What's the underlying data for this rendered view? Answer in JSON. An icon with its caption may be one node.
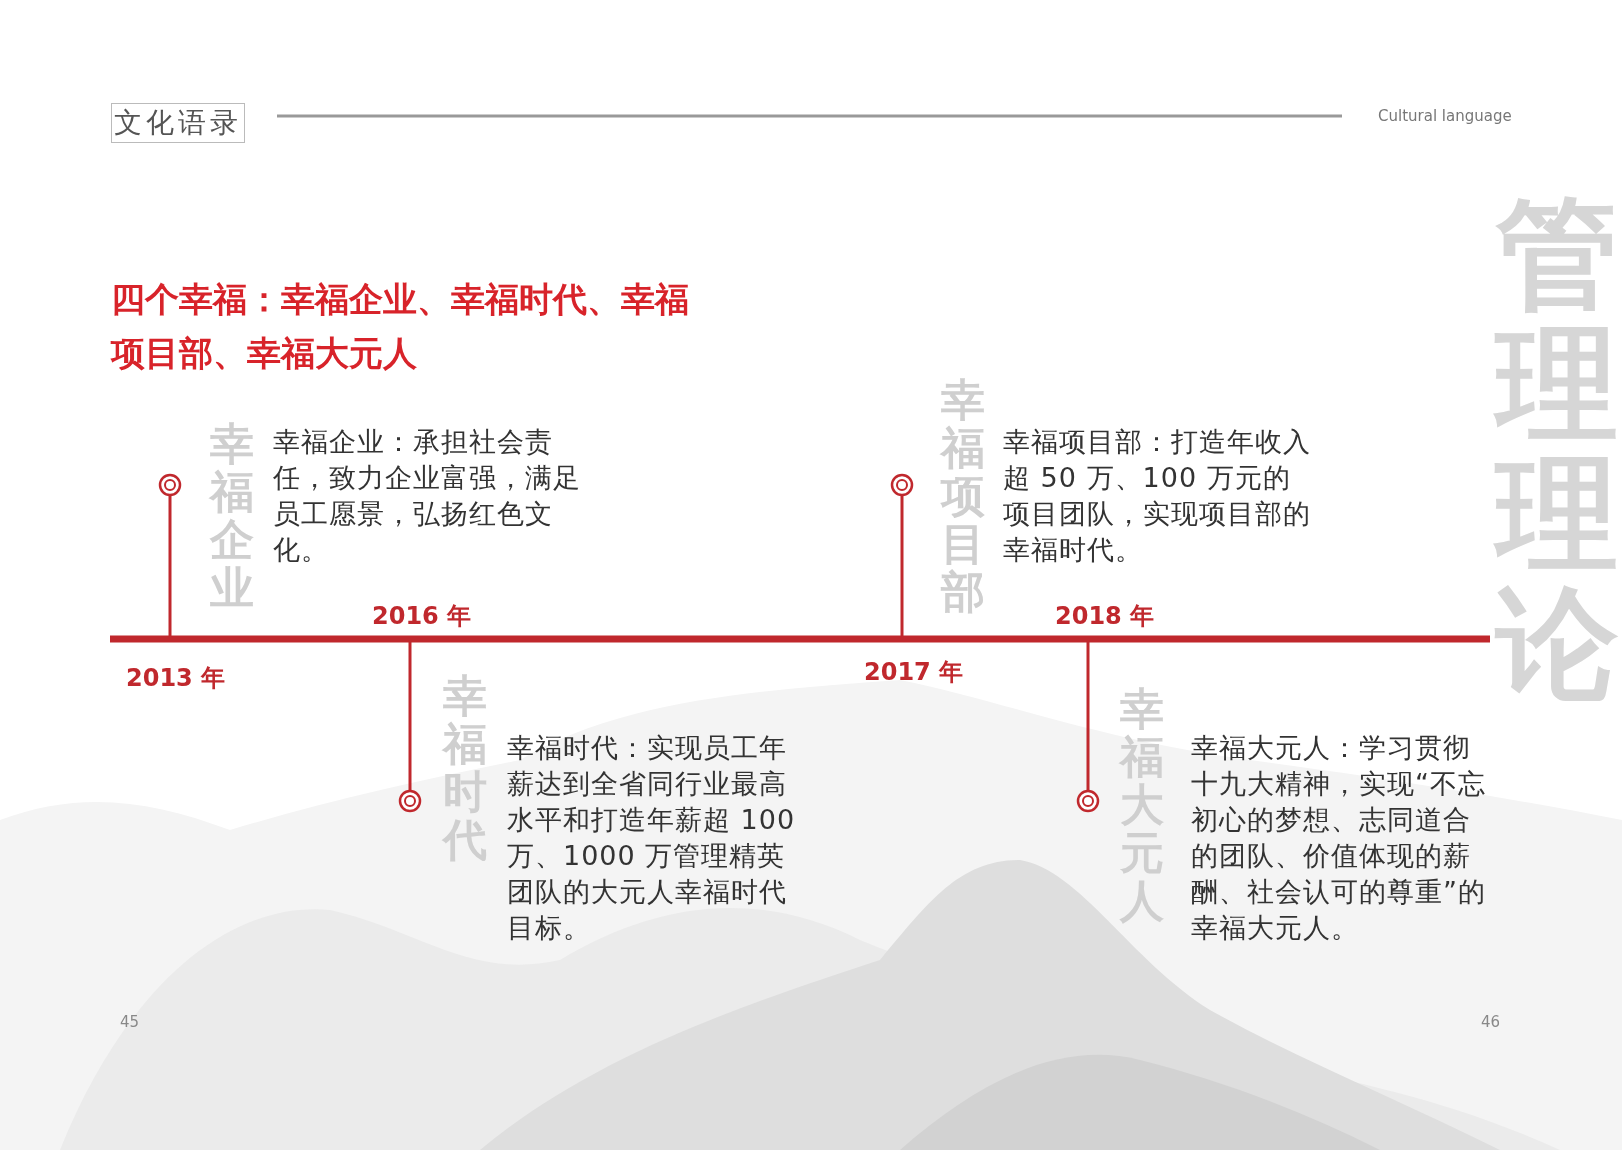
{
  "diagram": {
    "title": "四个幸福：幸福企业、幸福时代、幸福项目部、幸福大元人",
    "labels": [
      "文化语录",
      "Cultural language",
      "管理理论",
      "幸福企业",
      "幸福企业：承担社会责任，致力企业富强，满足员工愿景，弘扬红色文化。",
      "幸福项目部",
      "幸福项目部：打造年收入超 50 万、100 万元的项目团队，实现项目部的幸福时代。",
      "2016 年",
      "2018 年",
      "2013 年",
      "2017 年",
      "幸福时代",
      "幸福时代：实现员工年薪达到全省同行业最高水平和打造年薪超 100 万、1000 万管理精英团队的大元人幸福时代目标。",
      "幸福大元人",
      "幸福大元人：学习贯彻十九大精神，实现“不忘初心的梦想、志同道合的团队、价值体现的薪酬、社会认可的尊重”的幸福大元人。",
      "45",
      "46"
    ]
  }
}
